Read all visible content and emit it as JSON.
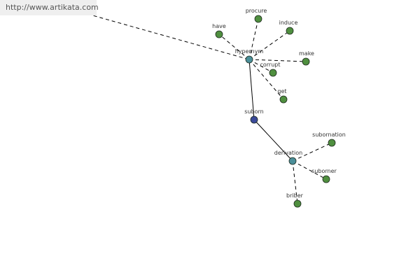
{
  "source_link": {
    "text": "http://www.artikata.com"
  },
  "colors": {
    "background": "#ffffff",
    "banner": "#efefef",
    "leaf_node": "#4f8f3f",
    "relation_node": "#4b8f99",
    "root_node": "#3b4a9a",
    "edge": "#000000"
  },
  "graph": {
    "root": {
      "id": "suborn",
      "label": "suborn",
      "kind": "root"
    },
    "relations": [
      {
        "id": "hypernym",
        "label": "hypernym",
        "kind": "relation"
      },
      {
        "id": "derivation",
        "label": "derivation",
        "kind": "relation"
      }
    ],
    "leaves": [
      {
        "id": "have",
        "label": "have",
        "kind": "leaf",
        "parent": "hypernym"
      },
      {
        "id": "procure",
        "label": "procure",
        "kind": "leaf",
        "parent": "hypernym"
      },
      {
        "id": "induce",
        "label": "induce",
        "kind": "leaf",
        "parent": "hypernym"
      },
      {
        "id": "make",
        "label": "make",
        "kind": "leaf",
        "parent": "hypernym"
      },
      {
        "id": "corrupt",
        "label": "corrupt",
        "kind": "leaf",
        "parent": "hypernym"
      },
      {
        "id": "get",
        "label": "get",
        "kind": "leaf",
        "parent": "hypernym"
      },
      {
        "id": "subornation",
        "label": "subornation",
        "kind": "leaf",
        "parent": "derivation"
      },
      {
        "id": "suborner",
        "label": "suborner",
        "kind": "leaf",
        "parent": "derivation"
      },
      {
        "id": "briber",
        "label": "briber",
        "kind": "leaf",
        "parent": "derivation"
      }
    ]
  }
}
